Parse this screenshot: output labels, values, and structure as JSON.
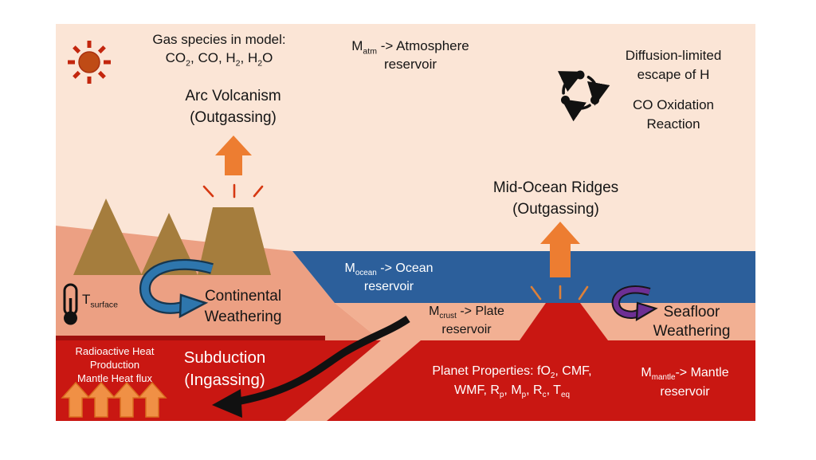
{
  "colors": {
    "sky": "#fbe5d6",
    "land": "#eca083",
    "ocean": "#2c5f9b",
    "crust": "#f2b093",
    "mantle": "#c91712",
    "mantle_boundary": "#9e100d",
    "slab": "#f2b093",
    "mountain": "#a57d3d",
    "outgassing_arrow": "#ed7d31",
    "heat_arrow": "#f09045",
    "heat_arrow_edge": "#d96d1f",
    "sun_fill": "#bf4b16",
    "sun_rays": "#c3260e",
    "volcano_rays": "#d63812",
    "ridge_rays": "#dd8039",
    "weathering_arrow_blue": "#2e76ad",
    "weathering_arrow_blue_edge": "#16364f",
    "weathering_arrow_purple": "#6d2f94",
    "ingassing_arrow": "#111111",
    "text_dark": "#151515",
    "text_light": "#ffffff"
  },
  "icons": {
    "sun": "sun-icon",
    "recycle": "cycle-arrows-icon",
    "thermometer": "thermometer-icon"
  },
  "labels": {
    "gas_species_line1": "Gas species in model:",
    "gas_species_line2": "CO~2~, CO, H~2~, H~2~O",
    "atmosphere_reservoir_line1": "M~atm~ -> Atmosphere",
    "atmosphere_reservoir_line2": "reservoir",
    "diffusion_line1": "Diffusion-limited",
    "diffusion_line2": "escape of H",
    "co_oxidation_line1": "CO Oxidation",
    "co_oxidation_line2": "Reaction",
    "arc_volcanism_line1": "Arc Volcanism",
    "arc_volcanism_line2": "(Outgassing)",
    "mid_ocean_ridges_line1": "Mid-Ocean Ridges",
    "mid_ocean_ridges_line2": "(Outgassing)",
    "ocean_reservoir_line1": "M~ocean~ -> Ocean",
    "ocean_reservoir_line2": "reservoir",
    "plate_reservoir_line1": "M~crust~ -> Plate",
    "plate_reservoir_line2": "reservoir",
    "continental_weathering_line1": "Continental",
    "continental_weathering_line2": "Weathering",
    "seafloor_weathering_line1": "Seafloor",
    "seafloor_weathering_line2": "Weathering",
    "t_surface": "T~surface~",
    "subduction_line1": "Subduction",
    "subduction_line2": "(Ingassing)",
    "radioactive_line1": "Radioactive Heat",
    "radioactive_line2": "Production",
    "radioactive_line3": "Mantle Heat flux",
    "mantle_reservoir_line1": "M~mantle~-> Mantle",
    "mantle_reservoir_line2": "reservoir",
    "planet_properties_line1": "Planet Properties: fO~2~, CMF,",
    "planet_properties_line2": "WMF, R~p~, M~p~, R~c~, T~eq~"
  }
}
